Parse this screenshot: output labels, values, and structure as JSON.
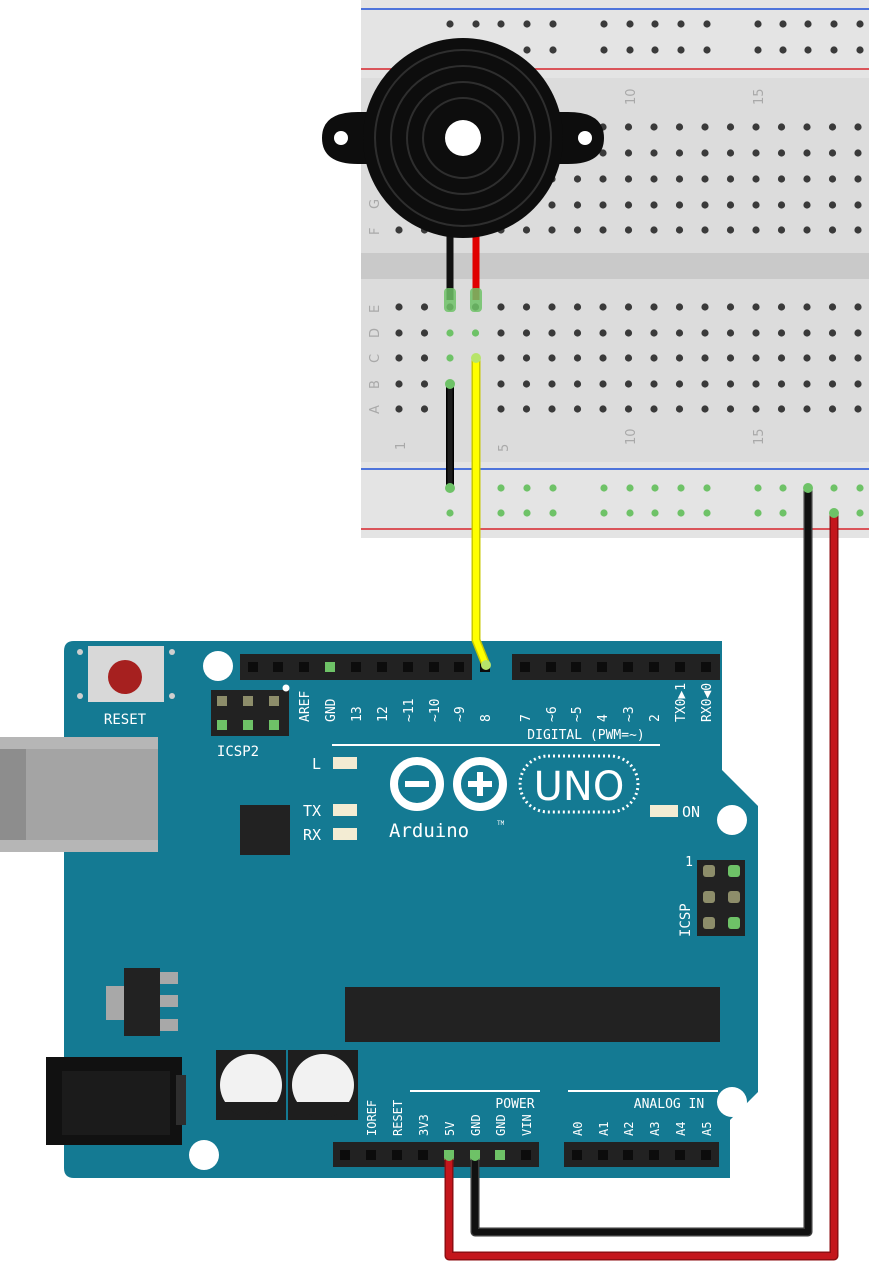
{
  "breadboard": {
    "row_letters_top": [
      "F",
      "G"
    ],
    "row_letters_bottom": [
      "E",
      "D",
      "C",
      "B",
      "A"
    ],
    "column_numbers": [
      "1",
      "5",
      "10",
      "15"
    ],
    "colors": {
      "body": "#dcdcdc",
      "rail_red": "#d6242c",
      "rail_blue": "#1d4fd8",
      "hole": "#3a3a3a",
      "active": "#6ec267"
    }
  },
  "buzzer": {
    "lead_colors": [
      "#111111",
      "#e00000"
    ]
  },
  "wires": {
    "signal_color": "#ffff00",
    "gnd_color": "#111111",
    "vcc_color": "#c4161c"
  },
  "arduino": {
    "board_color": "#147a93",
    "reset_label": "RESET",
    "icsp2_label": "ICSP2",
    "icsp_label": "ICSP",
    "icsp_pin1": "1",
    "digital_header_labels": [
      "AREF",
      "GND",
      "13",
      "12",
      "~11",
      "~10",
      "~9",
      "8",
      "7",
      "~6",
      "~5",
      "4",
      "~3",
      "2",
      "TX0▶1",
      "RX0◀0"
    ],
    "digital_caption": "DIGITAL (PWM=~)",
    "led_l": "L",
    "led_tx": "TX",
    "led_rx": "RX",
    "led_on": "ON",
    "logo_minus": "−",
    "logo_plus": "+",
    "brand": "UNO",
    "brand_sub": "Arduino",
    "brand_tm": "TM",
    "power_caption": "POWER",
    "analog_caption": "ANALOG IN",
    "power_pins": [
      "IOREF",
      "RESET",
      "3V3",
      "5V",
      "GND",
      "GND",
      "VIN"
    ],
    "analog_pins": [
      "A0",
      "A1",
      "A2",
      "A3",
      "A4",
      "A5"
    ]
  }
}
